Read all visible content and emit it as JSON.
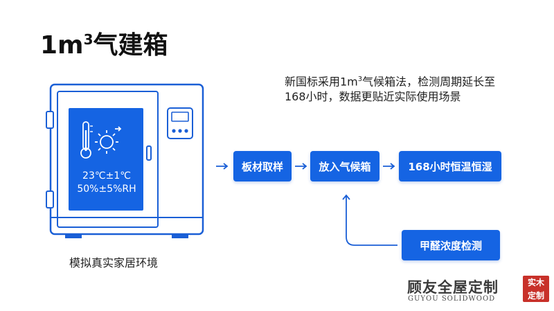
{
  "title": {
    "main": "1m",
    "sup": "3",
    "suffix": "气建箱"
  },
  "description": {
    "line1_pre": "新国标采用1m",
    "line1_sup": "3",
    "line1_post": "气候箱法，检测周期延长至",
    "line2": "168小时，数据更贴近实际使用场景"
  },
  "chamber": {
    "temperature": "23℃±1℃",
    "humidity": "50%±5%RH",
    "icons": [
      "thermometer-icon",
      "sun-icon"
    ]
  },
  "caption": "模拟真实家居环境",
  "flow": {
    "steps": [
      "板材取样",
      "放入气候箱",
      "168小时恒温恒湿"
    ],
    "feedback": "甲醛浓度检测"
  },
  "logo": {
    "main": "顾友全屋定制",
    "sub": "GUYOU SOLIDWOOD",
    "seal": [
      "实木",
      "定制"
    ]
  },
  "colors": {
    "accent": "#1564e3",
    "outline": "#1a5fd6",
    "seal": "#c8312a"
  }
}
